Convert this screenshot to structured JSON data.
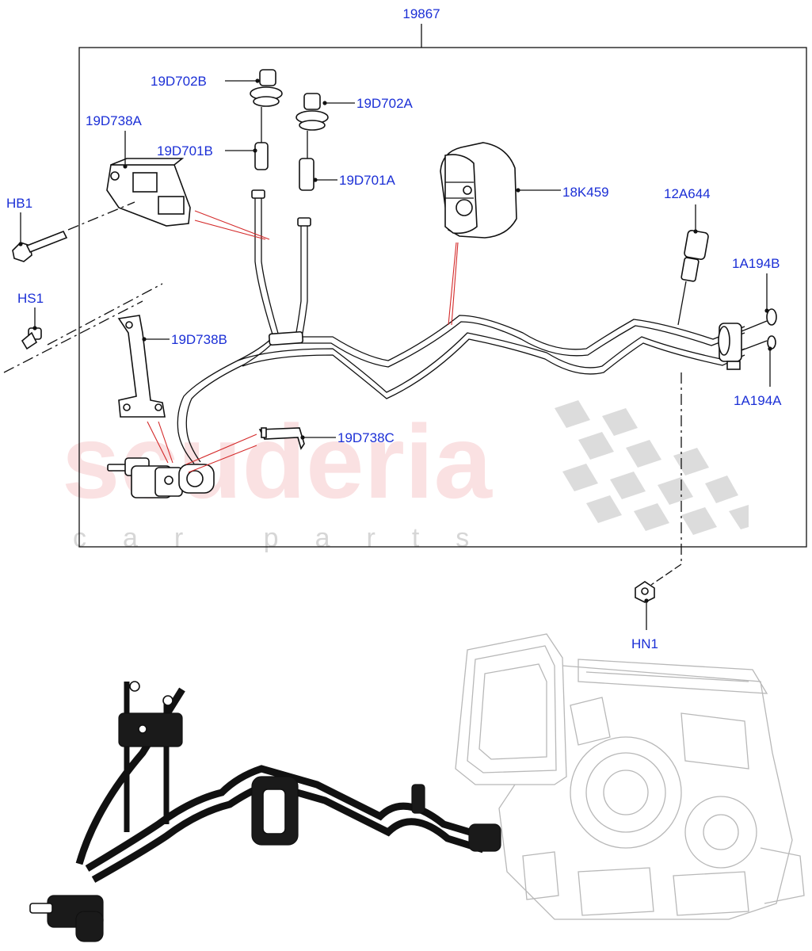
{
  "diagram": {
    "assembly_number": "19867",
    "labels": {
      "l19D702B": "19D702B",
      "l19D702A": "19D702A",
      "l19D738A": "19D738A",
      "l19D701B": "19D701B",
      "l19D701A": "19D701A",
      "l18K459": "18K459",
      "l12A644": "12A644",
      "lHB1": "HB1",
      "l1A194B": "1A194B",
      "lHS1": "HS1",
      "l19D738B": "19D738B",
      "l1A194A": "1A194A",
      "l19D738C": "19D738C",
      "lHN1": "HN1"
    },
    "watermark": {
      "brand": "scuderia",
      "tagline": "car parts"
    },
    "colors": {
      "label": "#1b2fd6",
      "leader": "#111111",
      "highlight_leader": "#d42a2a",
      "watermark_brand": "#f6c9cc",
      "watermark_checker": "#d0d0d0"
    }
  }
}
